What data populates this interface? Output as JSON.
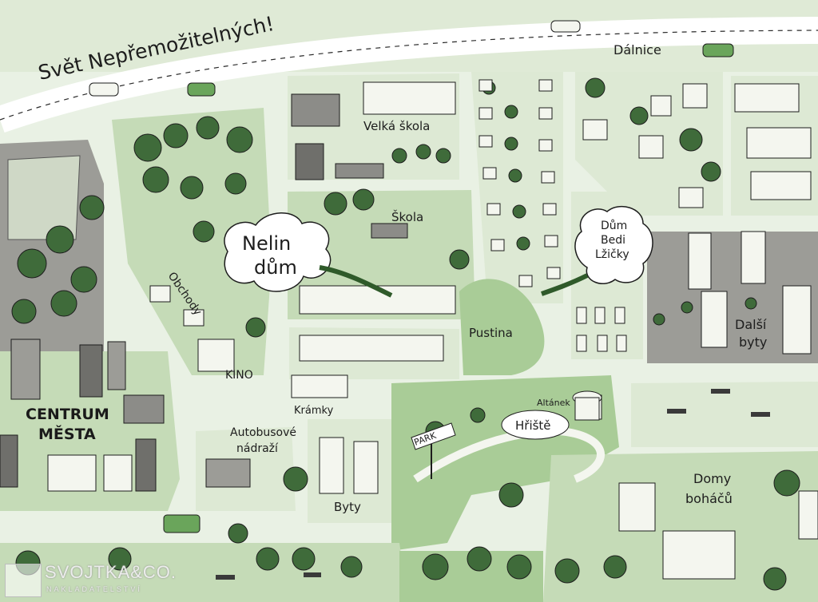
{
  "map": {
    "title": "Svět Nepřemožitelných!",
    "labels": {
      "highway": "Dálnice",
      "big_school": "Velká škola",
      "school": "Škola",
      "nela_house_line1": "Nelin",
      "nela_house_line2": "dům",
      "beda_house_line1": "Dům",
      "beda_house_line2": "Bedi",
      "beda_house_line3": "Lžičky",
      "shops": "Obchody",
      "cinema": "KINO",
      "wasteland": "Pustina",
      "more_flats_line1": "Další",
      "more_flats_line2": "byty",
      "city_center_line1": "CENTRUM",
      "city_center_line2": "MĚSTA",
      "small_shops": "Krámky",
      "bus_station_line1": "Autobusové",
      "bus_station_line2": "nádraží",
      "flats": "Byty",
      "park_sign": "PARK",
      "gazebo": "Altánek",
      "playground": "Hřiště",
      "rich_houses_line1": "Domy",
      "rich_houses_line2": "boháčů"
    },
    "colors": {
      "background": "#e9f1e4",
      "road": "#ffffff",
      "block_light": "#dde9d4",
      "block_mid": "#c5dbb7",
      "park_green": "#a9cc97",
      "grey_block": "#9c9c97",
      "tree_dark": "#3f6b3a",
      "ink": "#1d1d1d"
    }
  },
  "publisher": {
    "name": "SVOJTKA&CO.",
    "tagline": "NAKLADATELSTVÍ"
  }
}
